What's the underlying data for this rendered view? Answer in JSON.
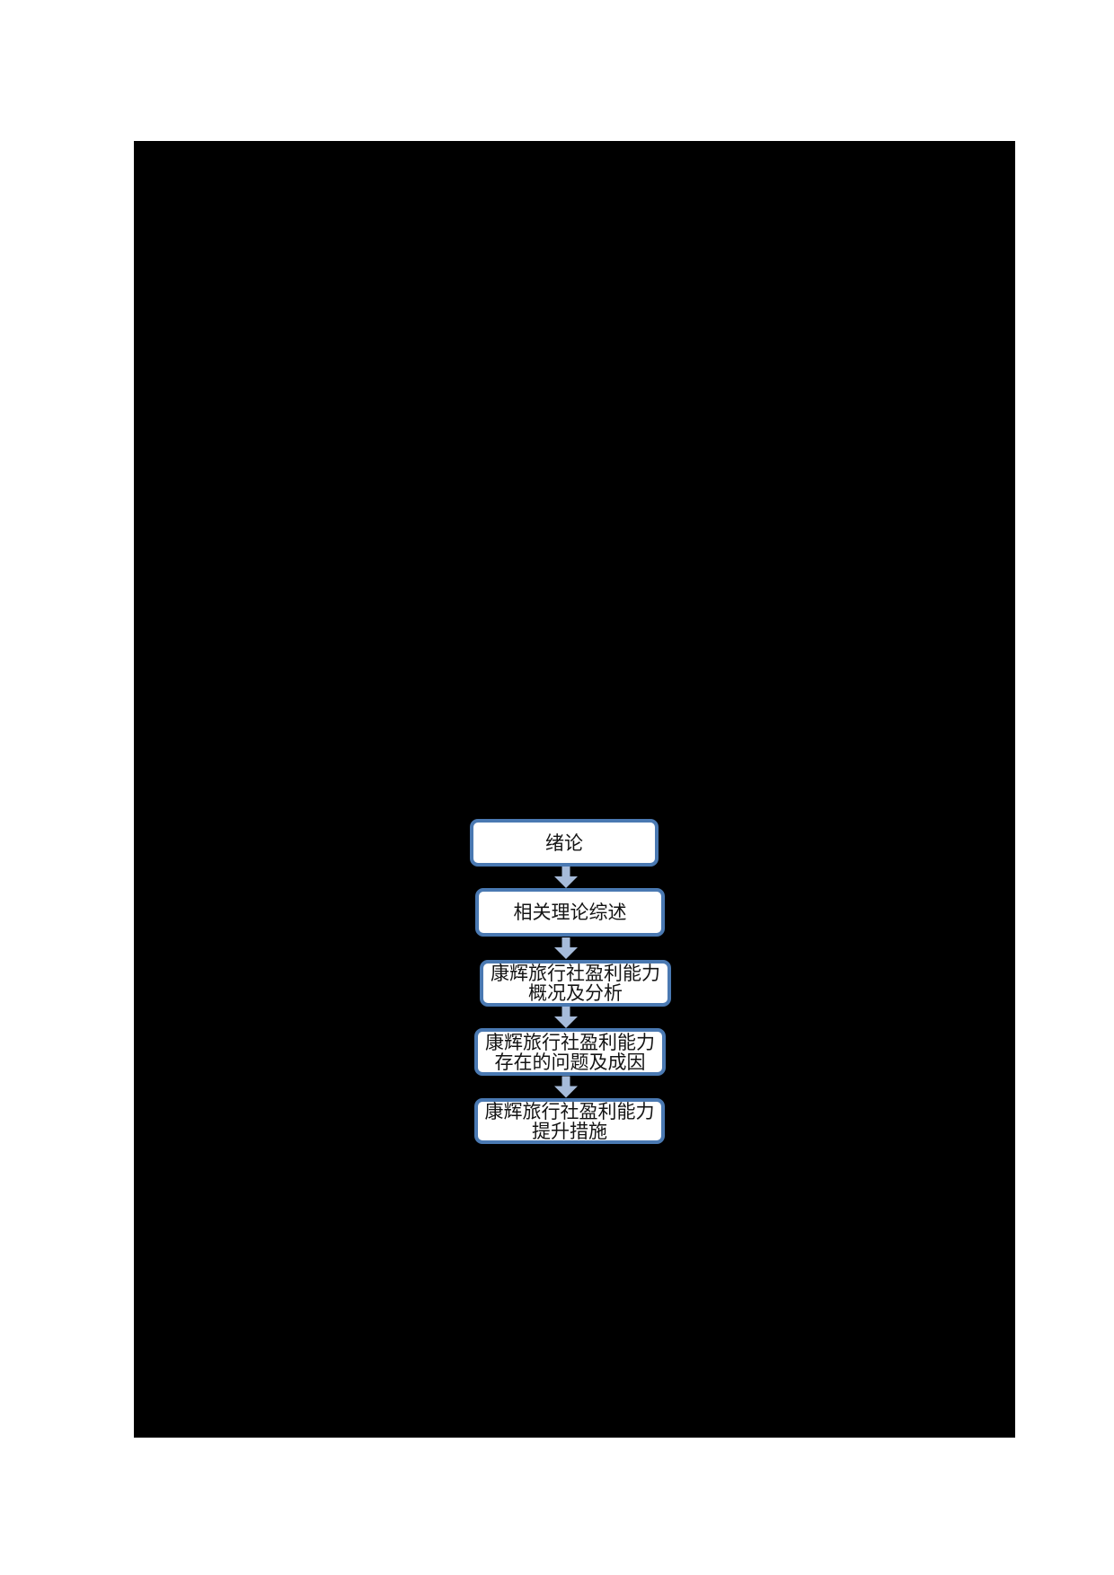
{
  "flowchart": {
    "colors": {
      "canvas_background": "#000000",
      "box_fill": "#ffffff",
      "box_border": "#4a79b2",
      "arrow": "#a6bbda",
      "text": "#141414"
    },
    "nodes": [
      {
        "id": "introduction",
        "lines": [
          "绪论"
        ]
      },
      {
        "id": "theory-review",
        "lines": [
          "相关理论综述"
        ]
      },
      {
        "id": "overview-analysis",
        "lines": [
          "康辉旅行社盈利能力",
          "概况及分析"
        ]
      },
      {
        "id": "problems-causes",
        "lines": [
          "康辉旅行社盈利能力",
          "存在的问题及成因"
        ]
      },
      {
        "id": "improvement-measures",
        "lines": [
          "康辉旅行社盈利能力",
          "提升措施"
        ]
      }
    ]
  }
}
